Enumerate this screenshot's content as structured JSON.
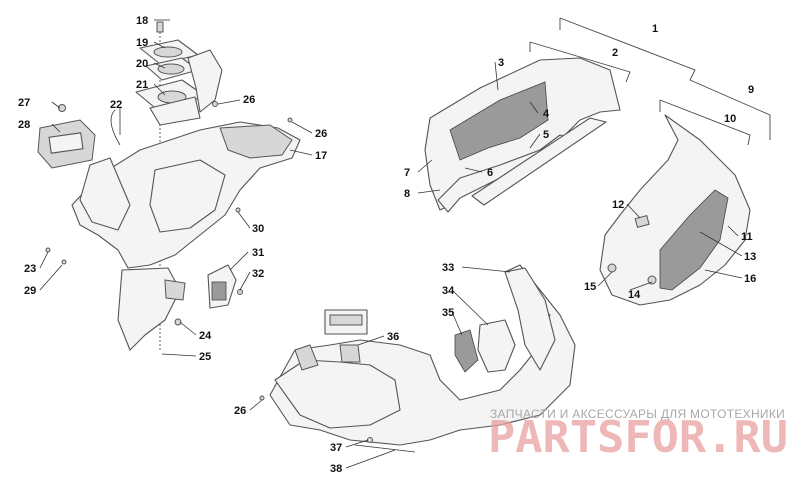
{
  "callouts": [
    {
      "id": "18",
      "label": "18"
    },
    {
      "id": "19",
      "label": "19"
    },
    {
      "id": "20",
      "label": "20"
    },
    {
      "id": "21",
      "label": "21"
    },
    {
      "id": "22",
      "label": "22"
    },
    {
      "id": "26a",
      "label": "26"
    },
    {
      "id": "27",
      "label": "27"
    },
    {
      "id": "28",
      "label": "28"
    },
    {
      "id": "26b",
      "label": "26"
    },
    {
      "id": "17",
      "label": "17"
    },
    {
      "id": "30",
      "label": "30"
    },
    {
      "id": "23",
      "label": "23"
    },
    {
      "id": "29",
      "label": "29"
    },
    {
      "id": "31",
      "label": "31"
    },
    {
      "id": "32",
      "label": "32"
    },
    {
      "id": "24",
      "label": "24"
    },
    {
      "id": "25",
      "label": "25"
    },
    {
      "id": "1",
      "label": "1"
    },
    {
      "id": "2",
      "label": "2"
    },
    {
      "id": "3",
      "label": "3"
    },
    {
      "id": "4",
      "label": "4"
    },
    {
      "id": "5",
      "label": "5"
    },
    {
      "id": "6",
      "label": "6"
    },
    {
      "id": "7",
      "label": "7"
    },
    {
      "id": "8",
      "label": "8"
    },
    {
      "id": "9",
      "label": "9"
    },
    {
      "id": "10",
      "label": "10"
    },
    {
      "id": "12",
      "label": "12"
    },
    {
      "id": "11",
      "label": "11"
    },
    {
      "id": "13",
      "label": "13"
    },
    {
      "id": "16",
      "label": "16"
    },
    {
      "id": "15",
      "label": "15"
    },
    {
      "id": "14",
      "label": "14"
    },
    {
      "id": "33",
      "label": "33"
    },
    {
      "id": "34",
      "label": "34"
    },
    {
      "id": "35",
      "label": "35"
    },
    {
      "id": "36",
      "label": "36"
    },
    {
      "id": "26c",
      "label": "26"
    },
    {
      "id": "37",
      "label": "37"
    },
    {
      "id": "38",
      "label": "38"
    }
  ],
  "watermark": {
    "tagline": "ЗАПЧАСТИ И АКСЕССУАРЫ ДЛЯ МОТОТЕХНИКИ",
    "logo_text": "PARTSFOR.RU"
  },
  "colors": {
    "line": "#555555",
    "mesh": "#9a9a9a",
    "watermark_red": "#e8a0a0",
    "watermark_gray": "#a8a8a8"
  }
}
